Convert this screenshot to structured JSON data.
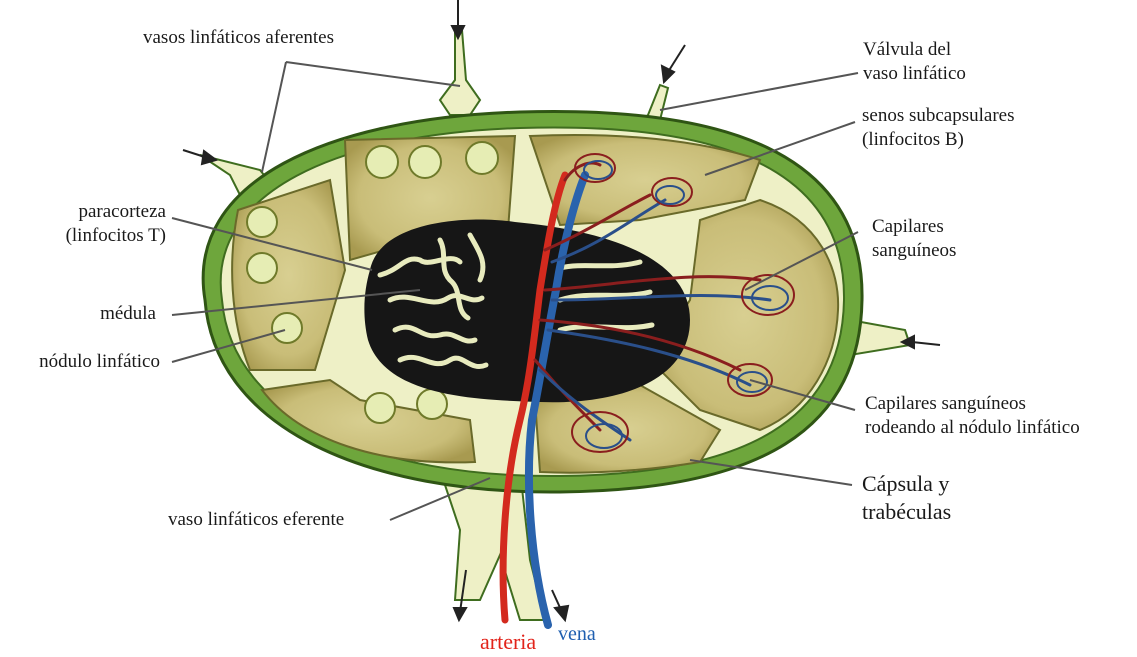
{
  "colors": {
    "capsule": "#6ea63c",
    "capsule_dark": "#3f6d1f",
    "sinus": "#eef0c6",
    "cortex": "#cfc586",
    "nodule": "#e6edb4",
    "medulla": "#161616",
    "artery": "#d32a1e",
    "vein": "#2a63ad",
    "leader": "#555555"
  },
  "labels": {
    "afferent": "vasos linfáticos aferentes",
    "valve": [
      "Válvula del",
      "vaso linfático"
    ],
    "subcapsular": [
      "senos subcapsulares",
      "(linfocitos B)"
    ],
    "paracortex": [
      "paracorteza",
      "(linfocitos T)"
    ],
    "capillaries": [
      "Capilares",
      "sanguíneos"
    ],
    "medulla": "médula",
    "nodule": "nódulo linfático",
    "capillaries_nodule": [
      "Capilares sanguíneos",
      "rodeando al nódulo linfático"
    ],
    "capsule": [
      "Cápsula y",
      "trabéculas"
    ],
    "efferent": "vaso linfáticos eferente",
    "artery": "arteria",
    "vein": "vena"
  }
}
